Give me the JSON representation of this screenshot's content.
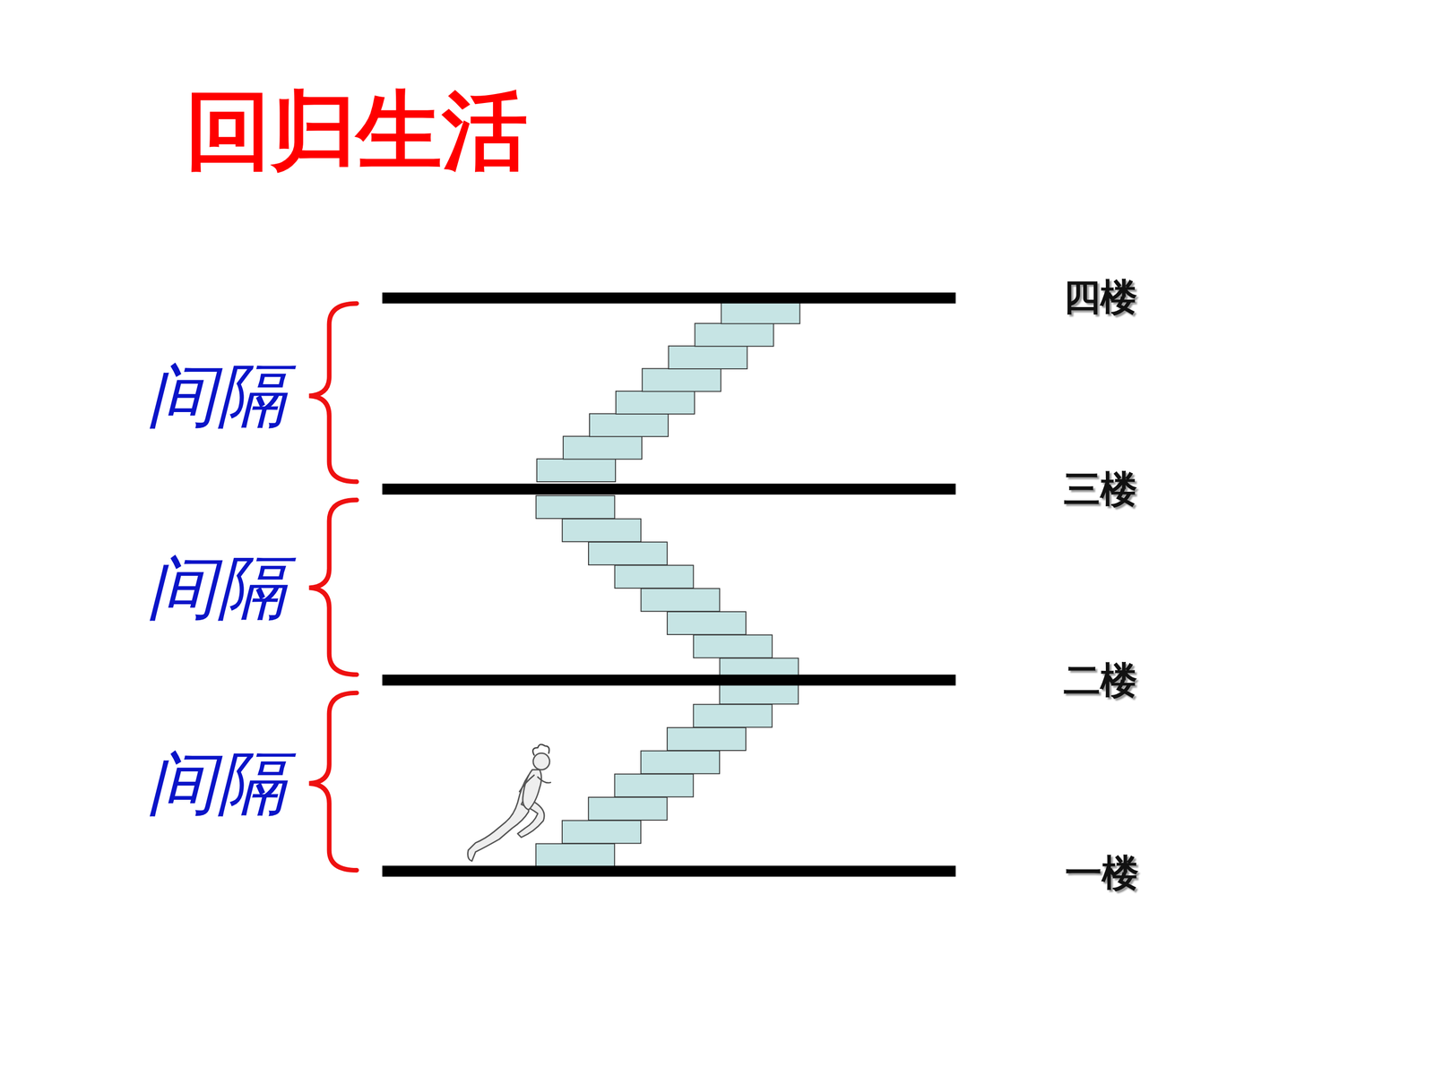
{
  "diagram": {
    "title": "回归生活",
    "labels": [
      "四楼",
      "三楼",
      "二楼",
      "一楼",
      "间隔",
      "间隔",
      "间隔"
    ]
  }
}
